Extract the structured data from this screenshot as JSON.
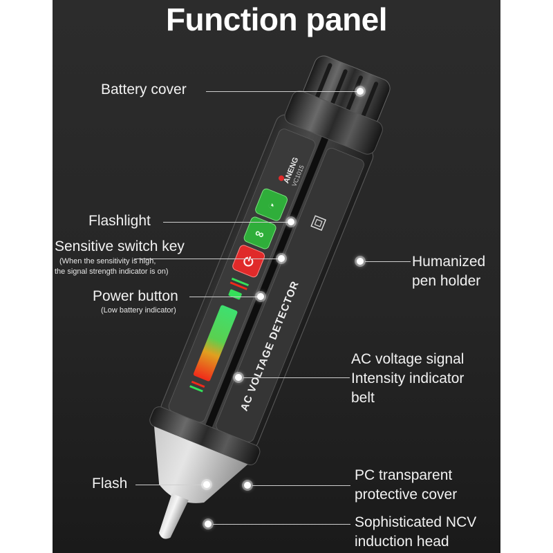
{
  "title": "Function panel",
  "device": {
    "brand": "ANENG",
    "model": "VC1015",
    "body_text": "AC VOLTAGE DETECTOR",
    "button_colors": {
      "flashlight": "#2fae3a",
      "sensitivity": "#2fae3a",
      "power": "#e02a2a"
    },
    "indicator_colors": {
      "green": "#35e05a",
      "red": "#f02a1a",
      "yellow": "#f0c030"
    }
  },
  "callouts": {
    "battery_cover": {
      "label": "Battery cover"
    },
    "flashlight": {
      "label": "Flashlight"
    },
    "sensitive_switch": {
      "label": "Sensitive switch key",
      "note_line1": "(When the sensitivity is high,",
      "note_line2": "the signal strength indicator is on)"
    },
    "power_button": {
      "label": "Power button",
      "note": "(Low battery indicator)"
    },
    "pen_holder": {
      "line1": "Humanized",
      "line2": "pen holder"
    },
    "intensity_belt": {
      "line1": "AC voltage signal",
      "line2": "Intensity indicator",
      "line3": "belt"
    },
    "flash": {
      "label": "Flash"
    },
    "pc_cover": {
      "line1": "PC transparent",
      "line2": "protective cover"
    },
    "ncv_head": {
      "line1": "Sophisticated NCV",
      "line2": "induction head"
    }
  }
}
